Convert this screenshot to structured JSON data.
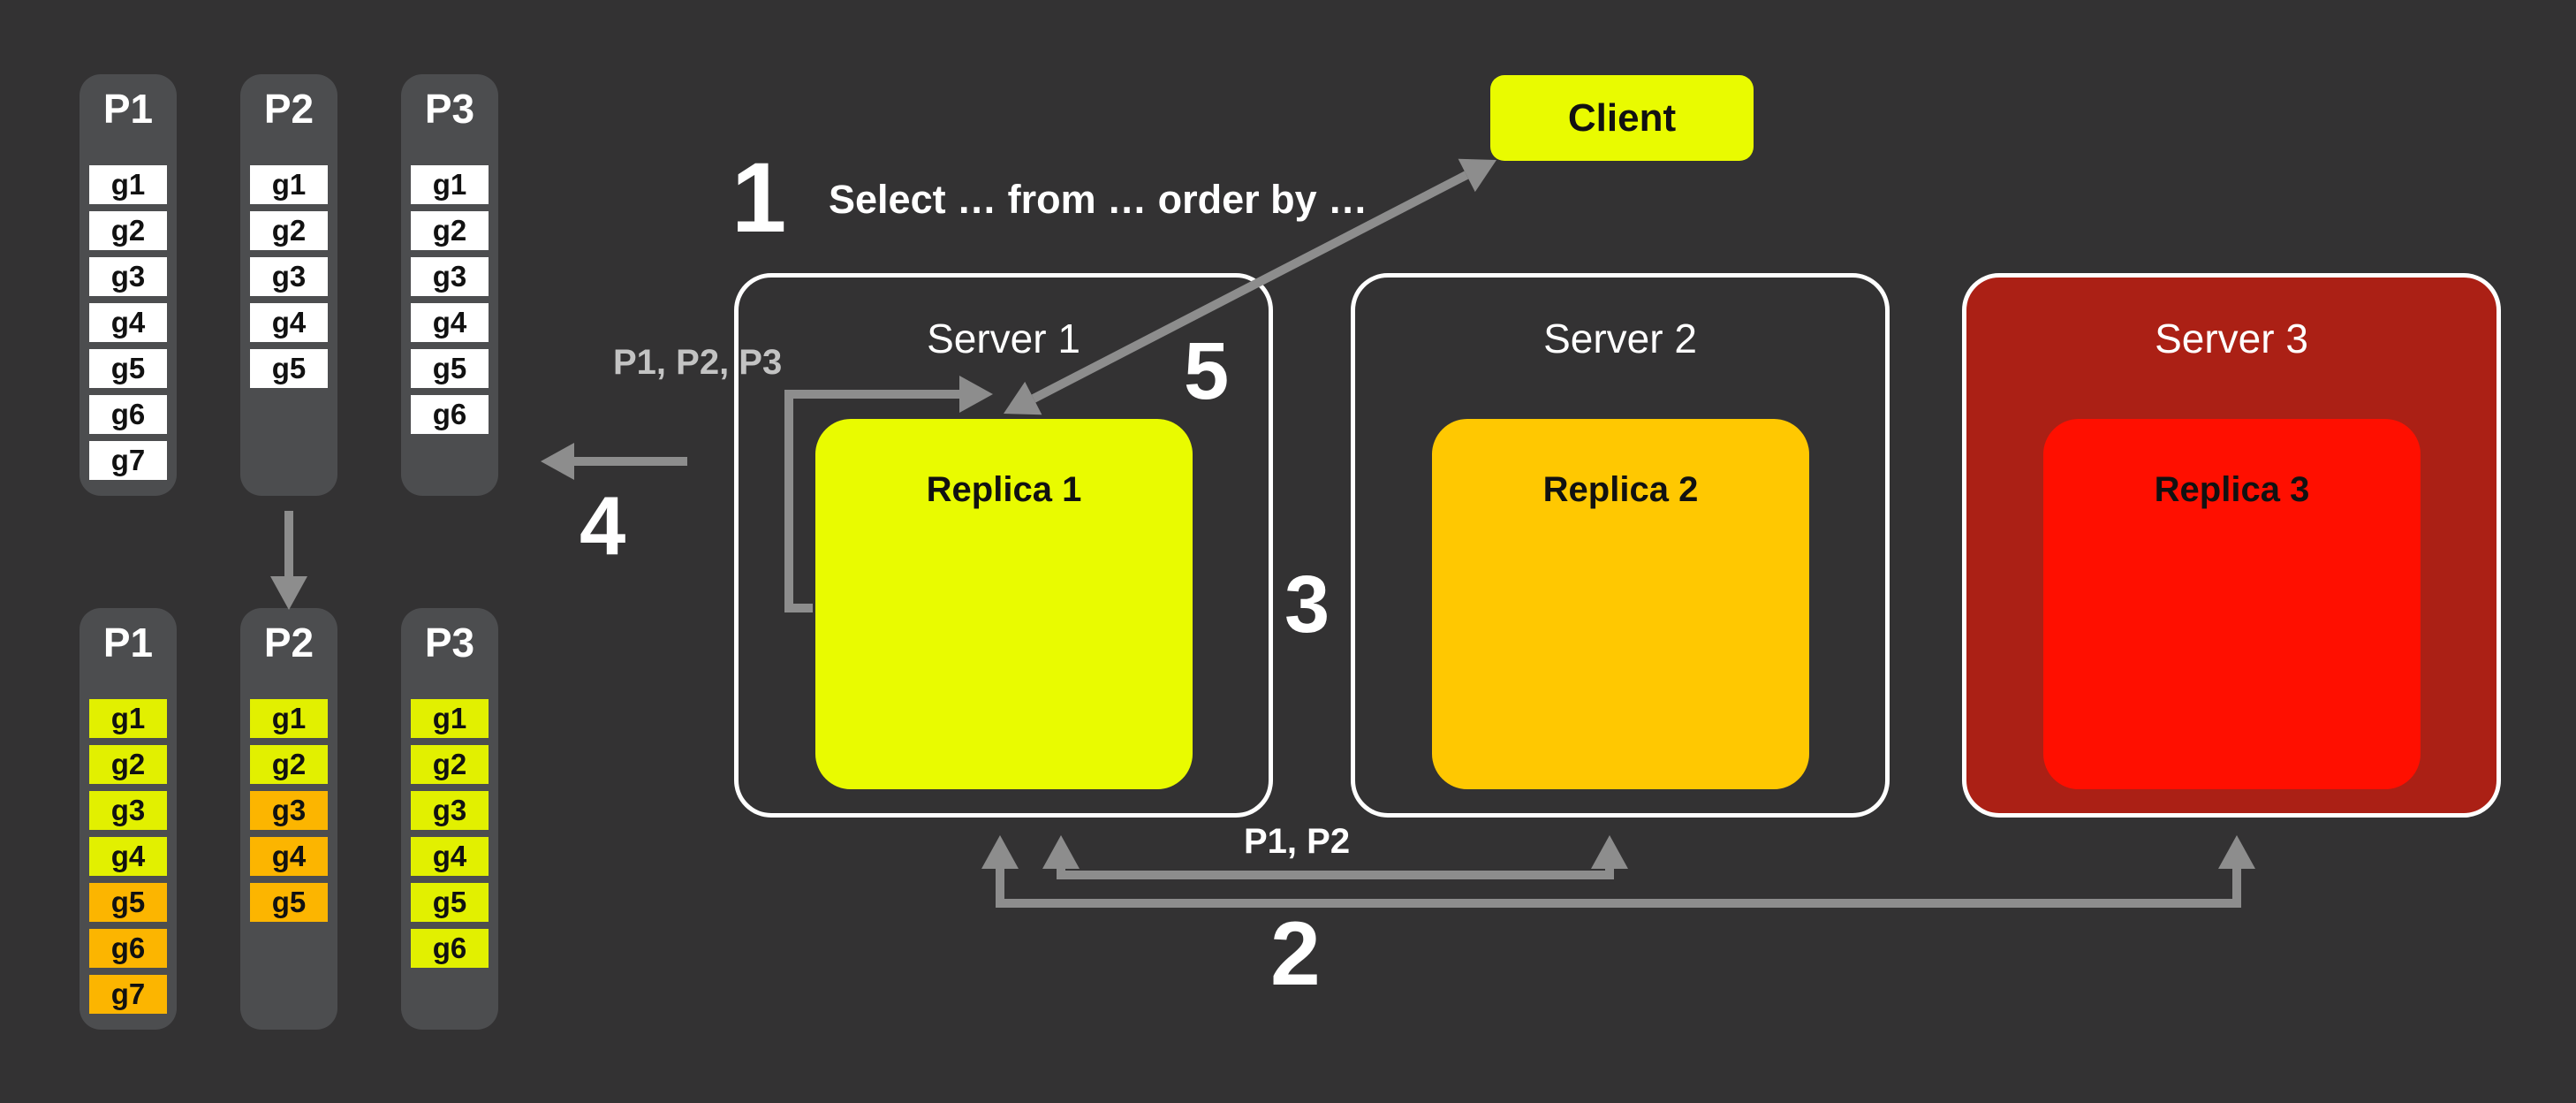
{
  "colors": {
    "bg": "#333233",
    "panel": "#4c4d4f",
    "white": "#ffffff",
    "yellow": "#e9fb00",
    "cell_yellow": "#e2f000",
    "amber": "#ffc801",
    "cell_orange": "#fcb500",
    "red": "#ff0f00",
    "dark_red": "#ab2015",
    "arrow": "#8d8d8d",
    "label_gray": "#c3c3c3",
    "text_black": "#111111"
  },
  "client": {
    "label": "Client"
  },
  "steps": {
    "s1": {
      "number": "1",
      "label": "Select … from … order by …"
    },
    "s2": {
      "number": "2"
    },
    "s3": {
      "number": "3"
    },
    "s4": {
      "number": "4"
    },
    "s5": {
      "number": "5"
    }
  },
  "edges": {
    "fanout_label": "P1, P2, P3",
    "merge_label": "P1, P2"
  },
  "servers": [
    {
      "name": "Server 1",
      "replica_label": "Replica 1"
    },
    {
      "name": "Server 2",
      "replica_label": "Replica 2"
    },
    {
      "name": "Server 3",
      "replica_label": "Replica 3"
    }
  ],
  "partitions": {
    "unsorted": {
      "columns": [
        {
          "label": "P1",
          "cells": [
            {
              "label": "g1",
              "tone": "white"
            },
            {
              "label": "g2",
              "tone": "white"
            },
            {
              "label": "g3",
              "tone": "white"
            },
            {
              "label": "g4",
              "tone": "white"
            },
            {
              "label": "g5",
              "tone": "white"
            },
            {
              "label": "g6",
              "tone": "white"
            },
            {
              "label": "g7",
              "tone": "white"
            }
          ]
        },
        {
          "label": "P2",
          "cells": [
            {
              "label": "g1",
              "tone": "white"
            },
            {
              "label": "g2",
              "tone": "white"
            },
            {
              "label": "g3",
              "tone": "white"
            },
            {
              "label": "g4",
              "tone": "white"
            },
            {
              "label": "g5",
              "tone": "white"
            }
          ]
        },
        {
          "label": "P3",
          "cells": [
            {
              "label": "g1",
              "tone": "white"
            },
            {
              "label": "g2",
              "tone": "white"
            },
            {
              "label": "g3",
              "tone": "white"
            },
            {
              "label": "g4",
              "tone": "white"
            },
            {
              "label": "g5",
              "tone": "white"
            },
            {
              "label": "g6",
              "tone": "white"
            }
          ]
        }
      ]
    },
    "sorted": {
      "columns": [
        {
          "label": "P1",
          "cells": [
            {
              "label": "g1",
              "tone": "yellow"
            },
            {
              "label": "g2",
              "tone": "yellow"
            },
            {
              "label": "g3",
              "tone": "yellow"
            },
            {
              "label": "g4",
              "tone": "yellow"
            },
            {
              "label": "g5",
              "tone": "orange"
            },
            {
              "label": "g6",
              "tone": "orange"
            },
            {
              "label": "g7",
              "tone": "orange"
            }
          ]
        },
        {
          "label": "P2",
          "cells": [
            {
              "label": "g1",
              "tone": "yellow"
            },
            {
              "label": "g2",
              "tone": "yellow"
            },
            {
              "label": "g3",
              "tone": "orange"
            },
            {
              "label": "g4",
              "tone": "orange"
            },
            {
              "label": "g5",
              "tone": "orange"
            }
          ]
        },
        {
          "label": "P3",
          "cells": [
            {
              "label": "g1",
              "tone": "yellow"
            },
            {
              "label": "g2",
              "tone": "yellow"
            },
            {
              "label": "g3",
              "tone": "yellow"
            },
            {
              "label": "g4",
              "tone": "yellow"
            },
            {
              "label": "g5",
              "tone": "yellow"
            },
            {
              "label": "g6",
              "tone": "yellow"
            }
          ]
        }
      ]
    }
  }
}
